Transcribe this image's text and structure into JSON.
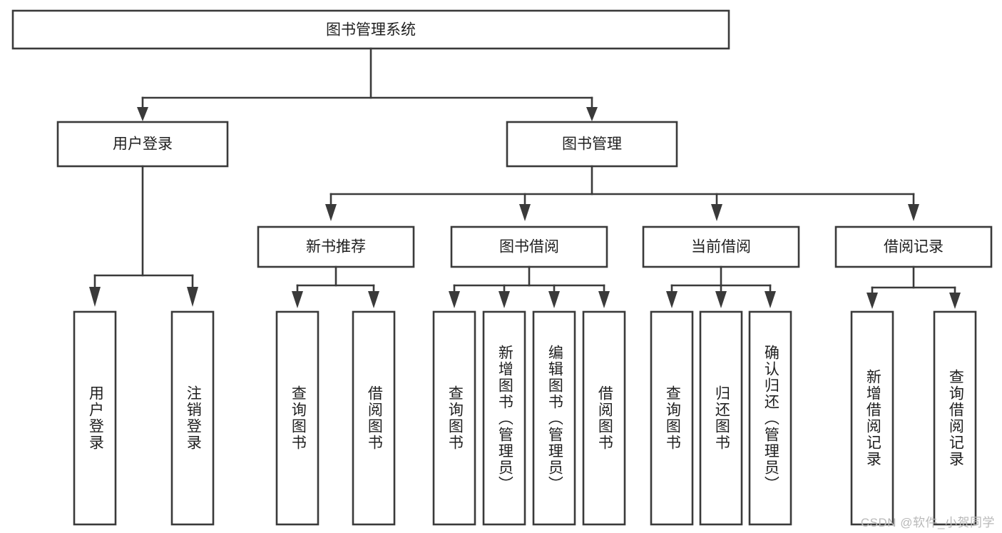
{
  "diagram": {
    "type": "tree-hierarchy",
    "title": "图书管理系统",
    "orientation": "top-down",
    "root": {
      "id": "root",
      "label": "图书管理系统",
      "shape": "rectangle"
    },
    "level1": [
      {
        "id": "user-login",
        "label": "用户登录",
        "shape": "rectangle"
      },
      {
        "id": "book-management",
        "label": "图书管理",
        "shape": "rectangle"
      }
    ],
    "level2": [
      {
        "id": "new-book-recommend",
        "label": "新书推荐",
        "parent": "book-management"
      },
      {
        "id": "book-borrow",
        "label": "图书借阅",
        "parent": "book-management"
      },
      {
        "id": "current-borrow",
        "label": "当前借阅",
        "parent": "book-management"
      },
      {
        "id": "borrow-record",
        "label": "借阅记录",
        "parent": "book-management"
      }
    ],
    "leaves": [
      {
        "id": "leaf-user-login",
        "label": "用户登录",
        "parent": "user-login",
        "orientation": "vertical-text"
      },
      {
        "id": "leaf-logout-login",
        "label": "注销登录",
        "parent": "user-login",
        "orientation": "vertical-text"
      },
      {
        "id": "leaf-query-book-1",
        "label": "查询图书",
        "parent": "new-book-recommend",
        "orientation": "vertical-text"
      },
      {
        "id": "leaf-borrow-book-1",
        "label": "借阅图书",
        "parent": "new-book-recommend",
        "orientation": "vertical-text"
      },
      {
        "id": "leaf-query-book-2",
        "label": "查询图书",
        "parent": "book-borrow",
        "orientation": "vertical-text"
      },
      {
        "id": "leaf-add-book",
        "label": "新增图书（管理员）",
        "parent": "book-borrow",
        "orientation": "vertical-text"
      },
      {
        "id": "leaf-edit-book",
        "label": "编辑图书（管理员）",
        "parent": "book-borrow",
        "orientation": "vertical-text"
      },
      {
        "id": "leaf-borrow-book-2",
        "label": "借阅图书",
        "parent": "book-borrow",
        "orientation": "vertical-text"
      },
      {
        "id": "leaf-query-book-3",
        "label": "查询图书",
        "parent": "current-borrow",
        "orientation": "vertical-text"
      },
      {
        "id": "leaf-return-book",
        "label": "归还图书",
        "parent": "current-borrow",
        "orientation": "vertical-text"
      },
      {
        "id": "leaf-confirm-return",
        "label": "确认归还（管理员）",
        "parent": "current-borrow",
        "orientation": "vertical-text"
      },
      {
        "id": "leaf-add-record",
        "label": "新增借阅记录",
        "parent": "borrow-record",
        "orientation": "vertical-text"
      },
      {
        "id": "leaf-query-record",
        "label": "查询借阅记录",
        "parent": "borrow-record",
        "orientation": "vertical-text"
      }
    ]
  },
  "watermark": {
    "text": "CSDN @软件_小贺同学"
  },
  "colors": {
    "stroke": "#3a3a3a",
    "fill": "#ffffff",
    "text": "#1f1f1f",
    "watermark": "#b9b9b9"
  }
}
